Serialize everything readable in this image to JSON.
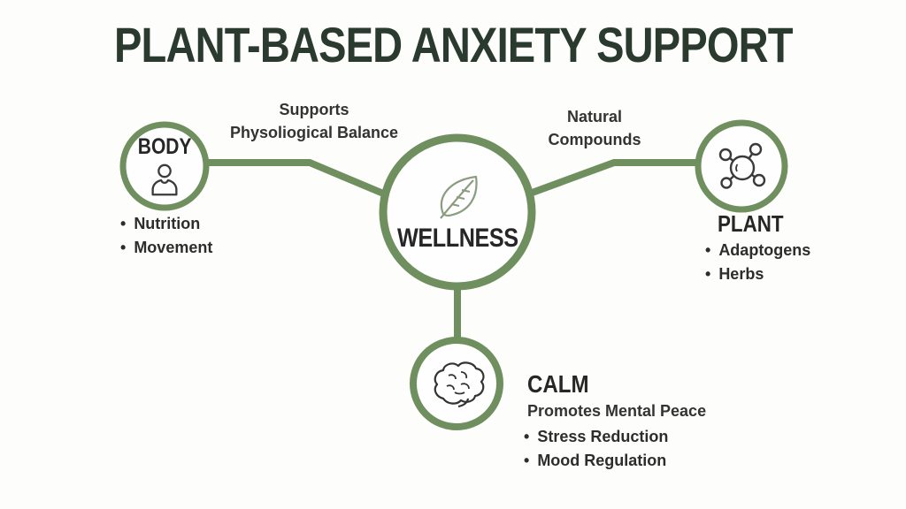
{
  "title": "PLANT-BASED ANXIETY SUPPORT",
  "colors": {
    "accent_green": "#6f8f5e",
    "title_text": "#2a3a2e",
    "body_text": "#2d2d2d",
    "leaf_green": "#8a9d80",
    "icon_dark": "#3a3a3a",
    "background": "#fdfdfc"
  },
  "center_node": {
    "label": "WELLNESS",
    "icon": "leaf-icon"
  },
  "connections": {
    "body_to_wellness": {
      "label_line1": "Supports",
      "label_line2": "Physoliogical Balance"
    },
    "wellness_to_plant": {
      "label_line1": "Natural",
      "label_line2": "Compounds"
    }
  },
  "nodes": {
    "body": {
      "label": "BODY",
      "icon": "person-icon",
      "items": [
        "Nutrition",
        "Movement"
      ]
    },
    "plant": {
      "label": "PLANT",
      "icon": "molecule-icon",
      "items": [
        "Adaptogens",
        "Herbs"
      ]
    },
    "calm": {
      "label": "CALM",
      "icon": "brain-icon",
      "subtitle": "Promotes Mental Peace",
      "items": [
        "Stress Reduction",
        "Mood Regulation"
      ]
    }
  }
}
